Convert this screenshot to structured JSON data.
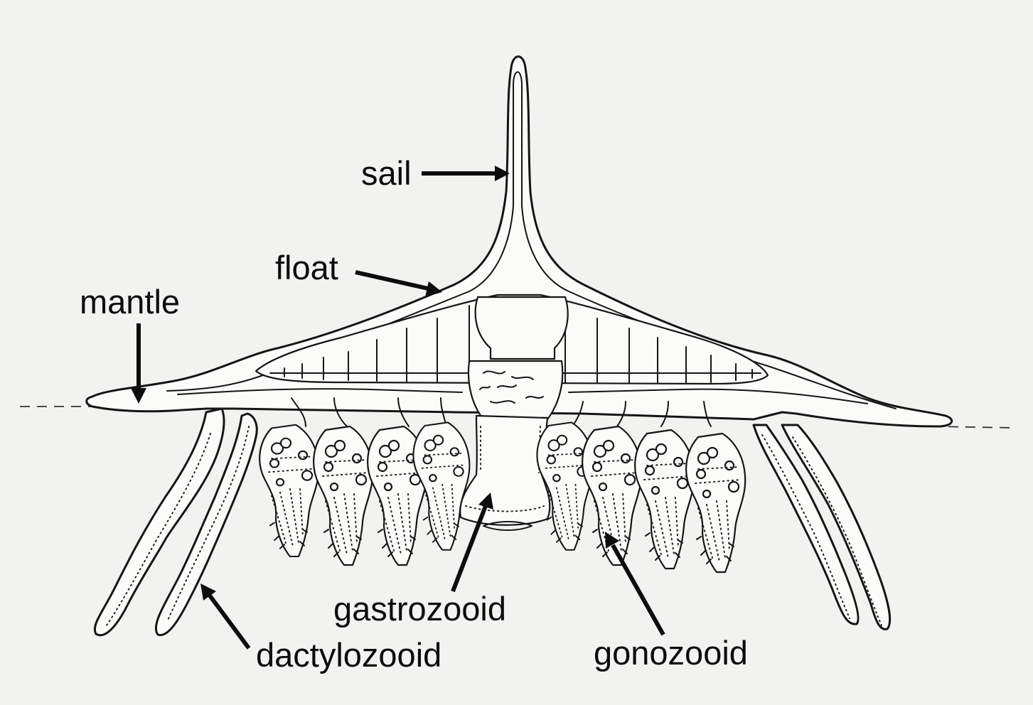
{
  "figure": {
    "labels": {
      "sail": "sail",
      "float": "float",
      "mantle": "mantle",
      "gastrozooid": "gastrozooid",
      "dactylozooid": "dactylozooid",
      "gonozooid": "gonozooid"
    }
  },
  "colors": {
    "background": "#f2f2f1",
    "ink": "#151515",
    "label_text": "#0d0d0d"
  }
}
